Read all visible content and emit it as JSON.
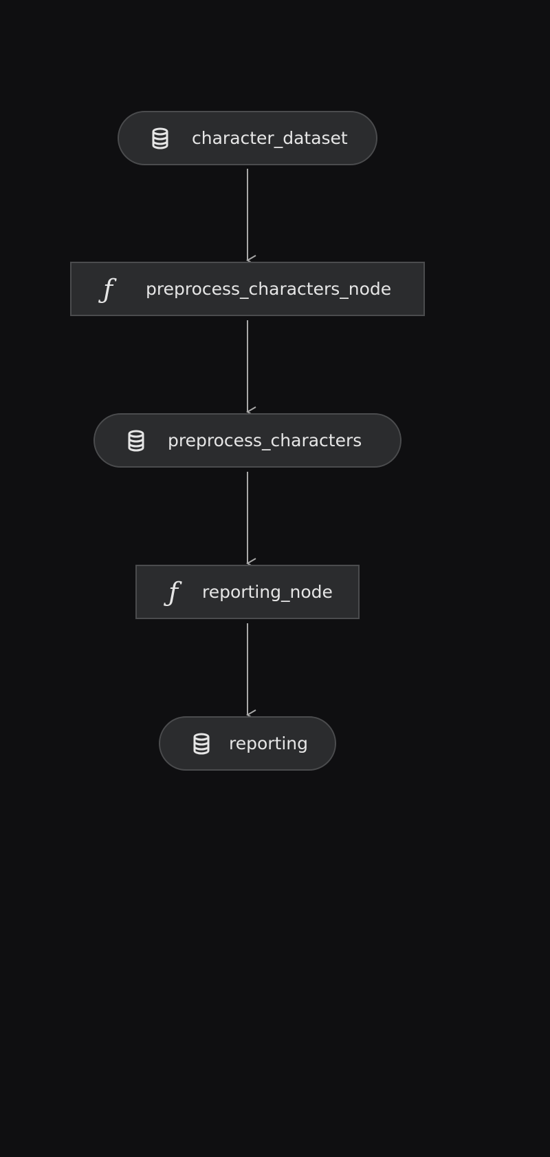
{
  "pipeline": {
    "nodes": [
      {
        "id": "n1",
        "kind": "dataset",
        "icon": "database-icon",
        "label": "character_dataset"
      },
      {
        "id": "n2",
        "kind": "task",
        "icon": "function-icon",
        "label": "preprocess_characters_node"
      },
      {
        "id": "n3",
        "kind": "dataset",
        "icon": "database-icon",
        "label": "preprocess_characters"
      },
      {
        "id": "n4",
        "kind": "task",
        "icon": "function-icon",
        "label": "reporting_node"
      },
      {
        "id": "n5",
        "kind": "dataset",
        "icon": "database-icon",
        "label": "reporting"
      }
    ],
    "edges": [
      {
        "from": "n1",
        "to": "n2"
      },
      {
        "from": "n2",
        "to": "n3"
      },
      {
        "from": "n3",
        "to": "n4"
      },
      {
        "from": "n4",
        "to": "n5"
      }
    ]
  },
  "colors": {
    "background": "#0f0f11",
    "node_fill": "#2b2c2e",
    "node_border": "#4b4c4e",
    "text": "#e6e6e6",
    "edge": "#a9a9a9"
  }
}
